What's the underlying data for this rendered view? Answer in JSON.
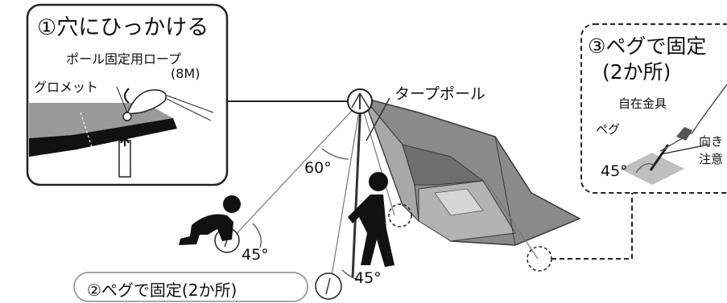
{
  "step1": {
    "title": "①穴にひっかける",
    "rope_label": "ポール固定用ロープ",
    "rope_length": "(8M)",
    "grommet_label": "グロメット"
  },
  "tarp_pole_label": "タープポール",
  "angle_60": "60°",
  "angle_45_left": "45°",
  "angle_45_right": "45°",
  "step2": {
    "title": "②ペグで固定(2か所)"
  },
  "step3": {
    "title": "③ペグで固定",
    "subtitle": "(2か所)",
    "adjuster_label": "自在金具",
    "peg_label": "ペグ",
    "angle": "45°",
    "note_line1": "向き",
    "note_line2": "注意"
  }
}
